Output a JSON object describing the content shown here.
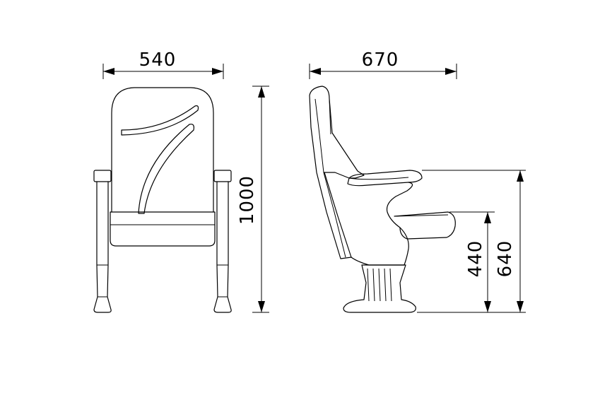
{
  "dimensions": {
    "front_width": "540",
    "side_depth": "670",
    "overall_height": "1000",
    "seat_height": "440",
    "armrest_height": "640"
  },
  "colors": {
    "line": "#000000",
    "background": "#ffffff"
  }
}
